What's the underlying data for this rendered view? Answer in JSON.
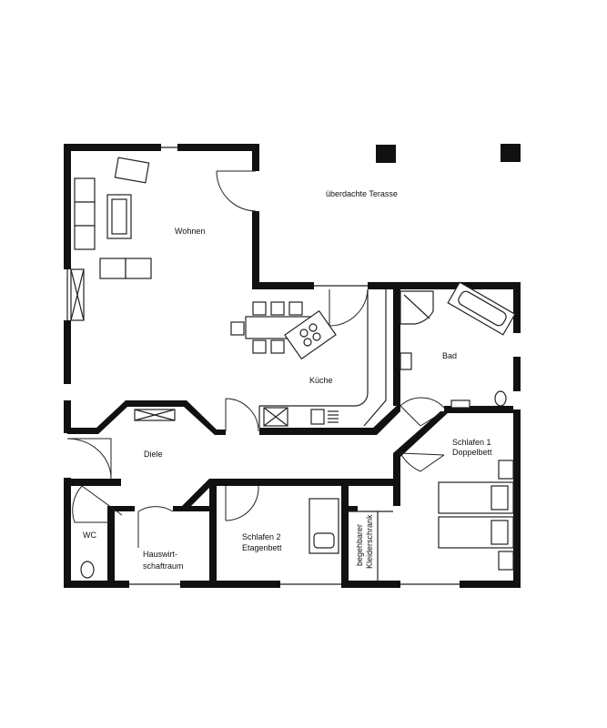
{
  "rooms": {
    "terrace": "überdachte Terasse",
    "living": "Wohnen",
    "kitchen": "Küche",
    "bath": "Bad",
    "hall": "Diele",
    "bedroom1_line1": "Schlafen 1",
    "bedroom1_line2": "Doppelbett",
    "wc": "WC",
    "utility_line1": "Hauswirt-",
    "utility_line2": "schaftraum",
    "bedroom2_line1": "Schlafen 2",
    "bedroom2_line2": "Etagenbett",
    "closet_line1": "begehbarer",
    "closet_line2": "Kleiderschrank"
  }
}
